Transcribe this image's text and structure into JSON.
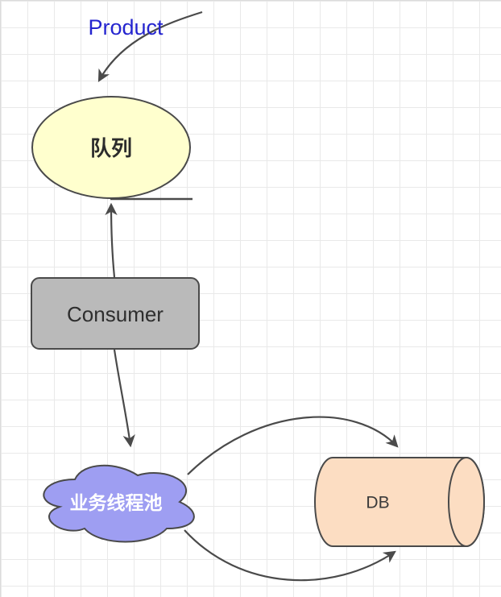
{
  "labels": {
    "product": "Product",
    "queue": "队列",
    "consumer": "Consumer",
    "threadpool": "业务线程池",
    "db": "DB"
  },
  "colors": {
    "product_text": "#2525cf",
    "queue_fill": "#ffffce",
    "consumer_fill": "#bababa",
    "threadpool_fill": "#9e9ef2",
    "db_fill": "#fcddc2",
    "connector": "#4a4a4a"
  }
}
